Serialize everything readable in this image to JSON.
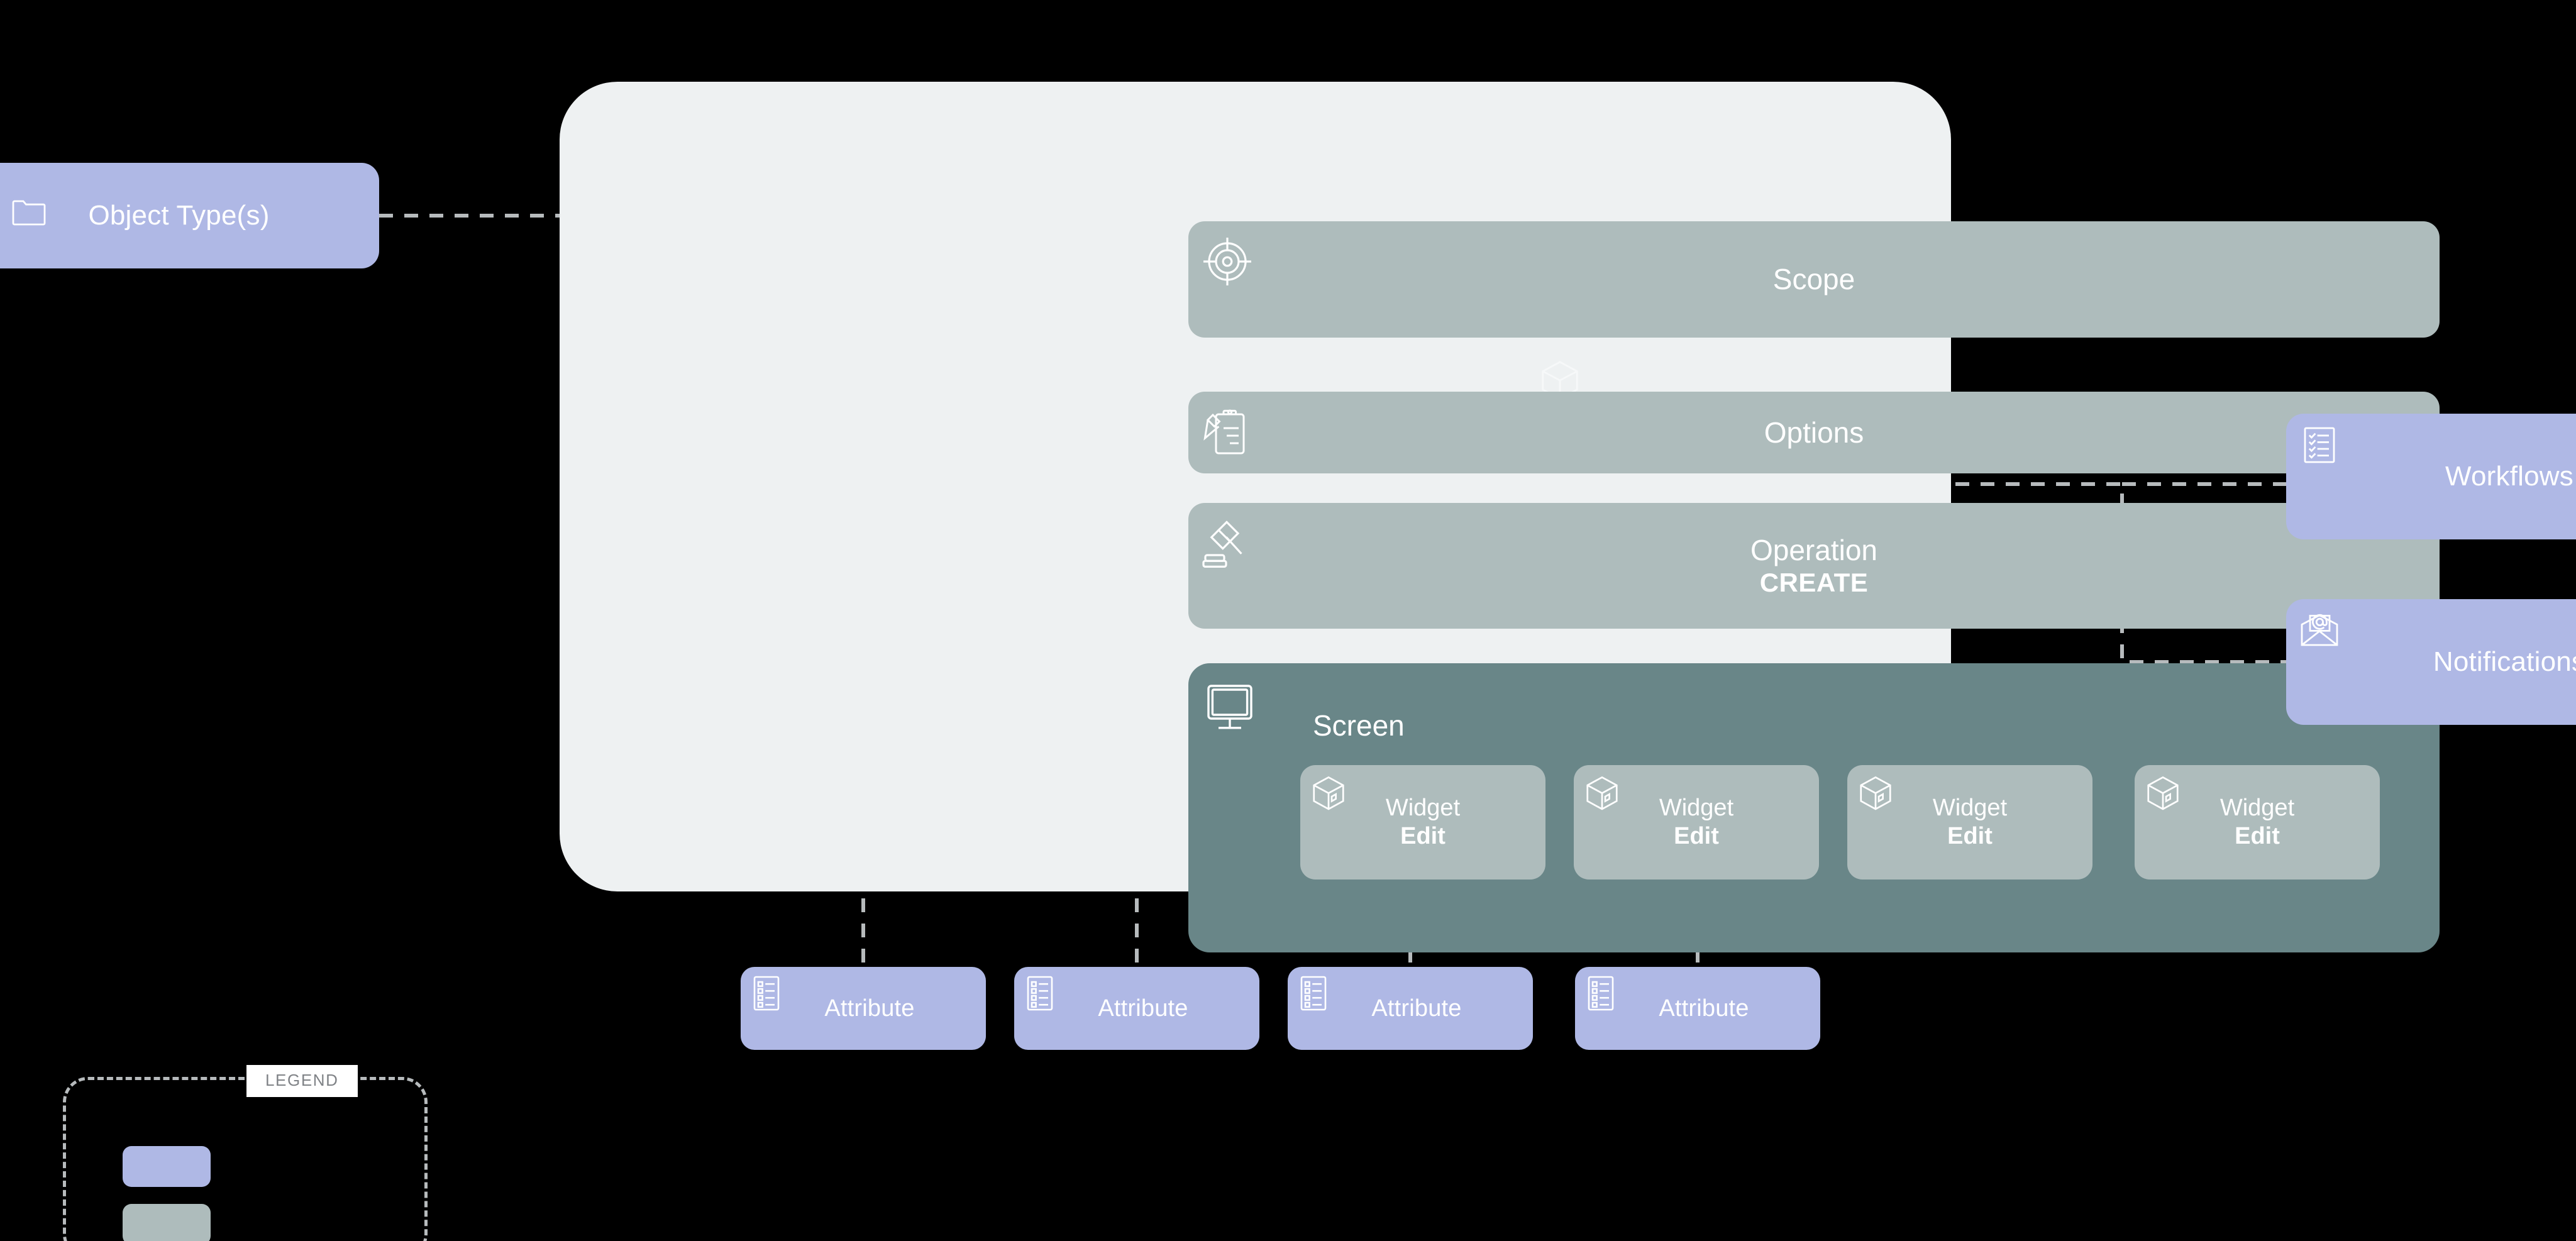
{
  "colors": {
    "background": "#000000",
    "card": "#eef1f2",
    "sage": "#aebcbc",
    "screen_panel": "#698688",
    "purple": "#afb8e5",
    "connector": "#b7bbbd",
    "text_on_fill": "#ffffff",
    "legend_label": "#808387"
  },
  "left": {
    "object_types": {
      "label": "Object Type(s)",
      "icon": "folder-icon"
    }
  },
  "card": {
    "rows": [
      {
        "id": "scope",
        "title": "Scope",
        "subtitle": "",
        "icon": "target-crosshair-icon"
      },
      {
        "id": "options",
        "title": "Options",
        "subtitle": "",
        "icon": "clipboard-pencil-icon"
      },
      {
        "id": "operation",
        "title": "Operation",
        "subtitle": "CREATE",
        "icon": "gavel-icon"
      }
    ],
    "floating_icon": "cube-outline-icon",
    "screen": {
      "title": "Screen",
      "icon": "monitor-icon",
      "widgets": [
        {
          "title": "Widget",
          "subtitle": "Edit",
          "icon": "package-box-icon"
        },
        {
          "title": "Widget",
          "subtitle": "Edit",
          "icon": "package-box-icon"
        },
        {
          "title": "Widget",
          "subtitle": "Edit",
          "icon": "package-box-icon"
        },
        {
          "title": "Widget",
          "subtitle": "Edit",
          "icon": "package-box-icon"
        }
      ]
    }
  },
  "attributes": [
    {
      "label": "Attribute",
      "icon": "property-list-icon"
    },
    {
      "label": "Attribute",
      "icon": "property-list-icon"
    },
    {
      "label": "Attribute",
      "icon": "property-list-icon"
    },
    {
      "label": "Attribute",
      "icon": "property-list-icon"
    }
  ],
  "right": {
    "workflows": {
      "label": "Workflows",
      "icon": "checklist-icon"
    },
    "notifications": {
      "label": "Notifications",
      "icon": "envelope-at-icon"
    }
  },
  "legend": {
    "title": "LEGEND",
    "items": [
      {
        "swatch": "#afb8e5",
        "label": ""
      },
      {
        "swatch": "#aebcbc",
        "label": ""
      }
    ]
  }
}
